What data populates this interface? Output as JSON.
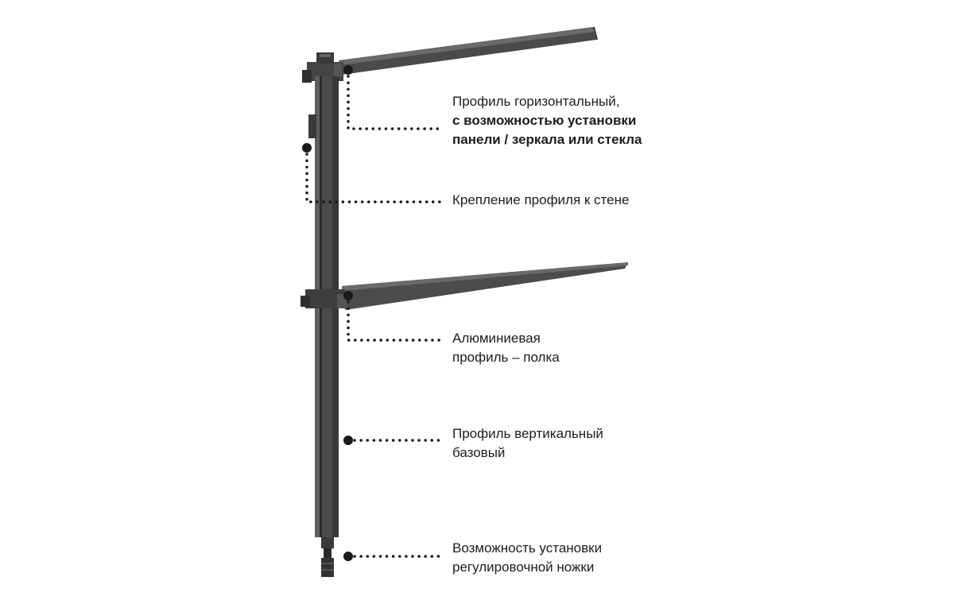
{
  "labels": {
    "horizontal": {
      "line1": "Профиль горизонтальный,",
      "line2": "с возможностью установки",
      "line3": "панели / зеркала или стекла"
    },
    "wall_mount": {
      "line1": "Крепление профиля к стене"
    },
    "shelf": {
      "line1": "Алюминиевая",
      "line2": "профиль – полка"
    },
    "vertical": {
      "line1": "Профиль вертикальный",
      "line2": "базовый"
    },
    "foot": {
      "line1": "Возможность установки",
      "line2": "регулировочной ножки"
    }
  },
  "colors": {
    "profile_dark": "#3c3c3c",
    "profile_mid": "#555555",
    "profile_light": "#6a6a6a",
    "shelf": "#4a4a4a",
    "callout": "#1a1a1a",
    "text": "#1d1d1d"
  }
}
